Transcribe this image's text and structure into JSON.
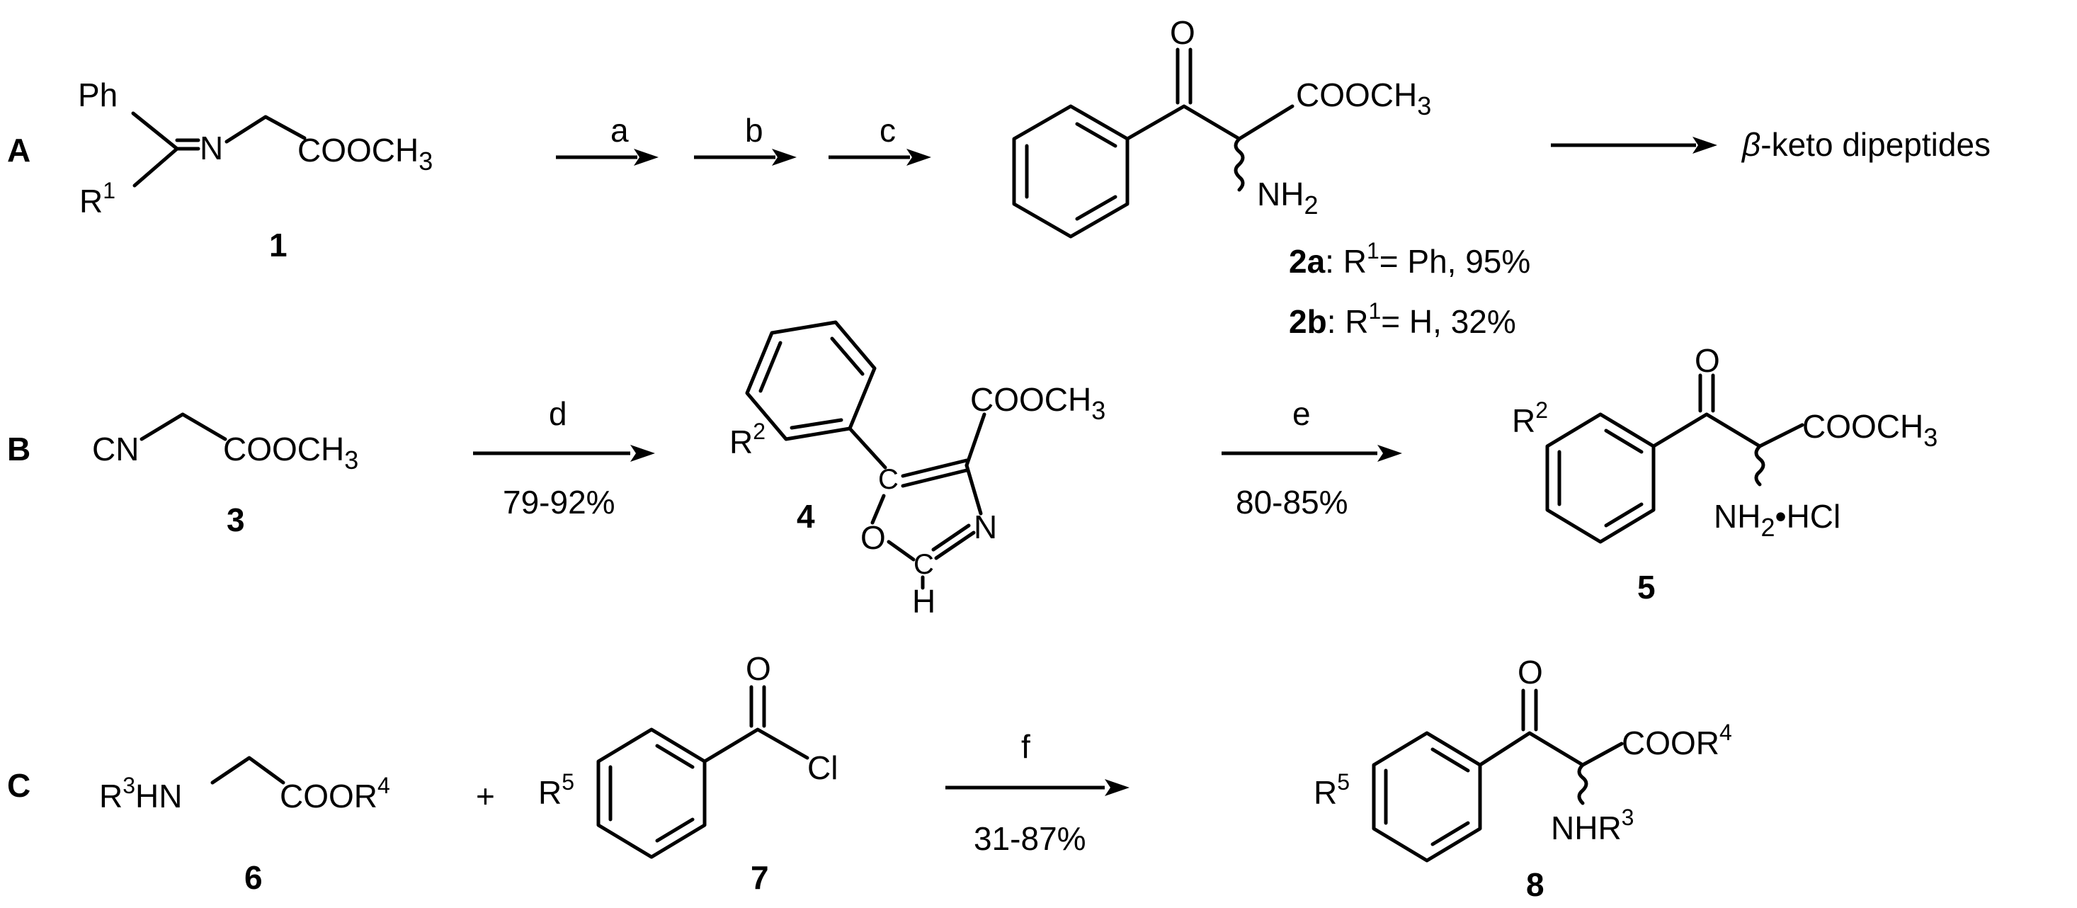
{
  "rows": {
    "A": {
      "label": "A",
      "compound_1": {
        "number": "1",
        "ph": "Ph",
        "r": "R",
        "r_sup": "1",
        "n": "N",
        "ester": "COOCH",
        "ester_sub": "3"
      },
      "steps": [
        "a",
        "b",
        "c"
      ],
      "product_2": {
        "ester": "COOCH",
        "ester_sub": "3",
        "amine": "NH",
        "amine_sub": "2",
        "oxo": "O"
      },
      "final": {
        "beta": "β",
        "text": "-keto dipeptides"
      },
      "yields": [
        {
          "bold": "2a",
          "text1": ": R",
          "sup": "1",
          "text2": "= Ph, 95%"
        },
        {
          "bold": "2b",
          "text1": ": R",
          "sup": "1",
          "text2": "= H,  32%"
        }
      ]
    },
    "B": {
      "label": "B",
      "compound_3": {
        "number": "3",
        "cn": "CN",
        "ester": "COOCH",
        "ester_sub": "3"
      },
      "step_d": {
        "label": "d",
        "yield": "79-92%"
      },
      "compound_4": {
        "number": "4",
        "r": "R",
        "r_sup": "2",
        "ester": "COOCH",
        "ester_sub": "3",
        "c": "C",
        "o": "O",
        "n": "N",
        "h": "H"
      },
      "step_e": {
        "label": "e",
        "yield": "80-85%"
      },
      "compound_5": {
        "number": "5",
        "r": "R",
        "r_sup": "2",
        "oxo": "O",
        "ester": "COOCH",
        "ester_sub": "3",
        "amine": "NH",
        "amine_sub": "2",
        "salt": "•HCl"
      }
    },
    "C": {
      "label": "C",
      "compound_6": {
        "number": "6",
        "r": "R",
        "r_sup": "3",
        "hn": "HN",
        "ester": "COOR",
        "ester_sup": "4"
      },
      "plus": "+",
      "compound_7": {
        "number": "7",
        "r": "R",
        "r_sup": "5",
        "oxo": "O",
        "cl": "Cl"
      },
      "step_f": {
        "label": "f",
        "yield": "31-87%"
      },
      "compound_8": {
        "number": "8",
        "r": "R",
        "r_sup": "5",
        "oxo": "O",
        "ester": "COOR",
        "ester_sup": "4",
        "amine": "NHR",
        "amine_sup": "3"
      }
    }
  }
}
